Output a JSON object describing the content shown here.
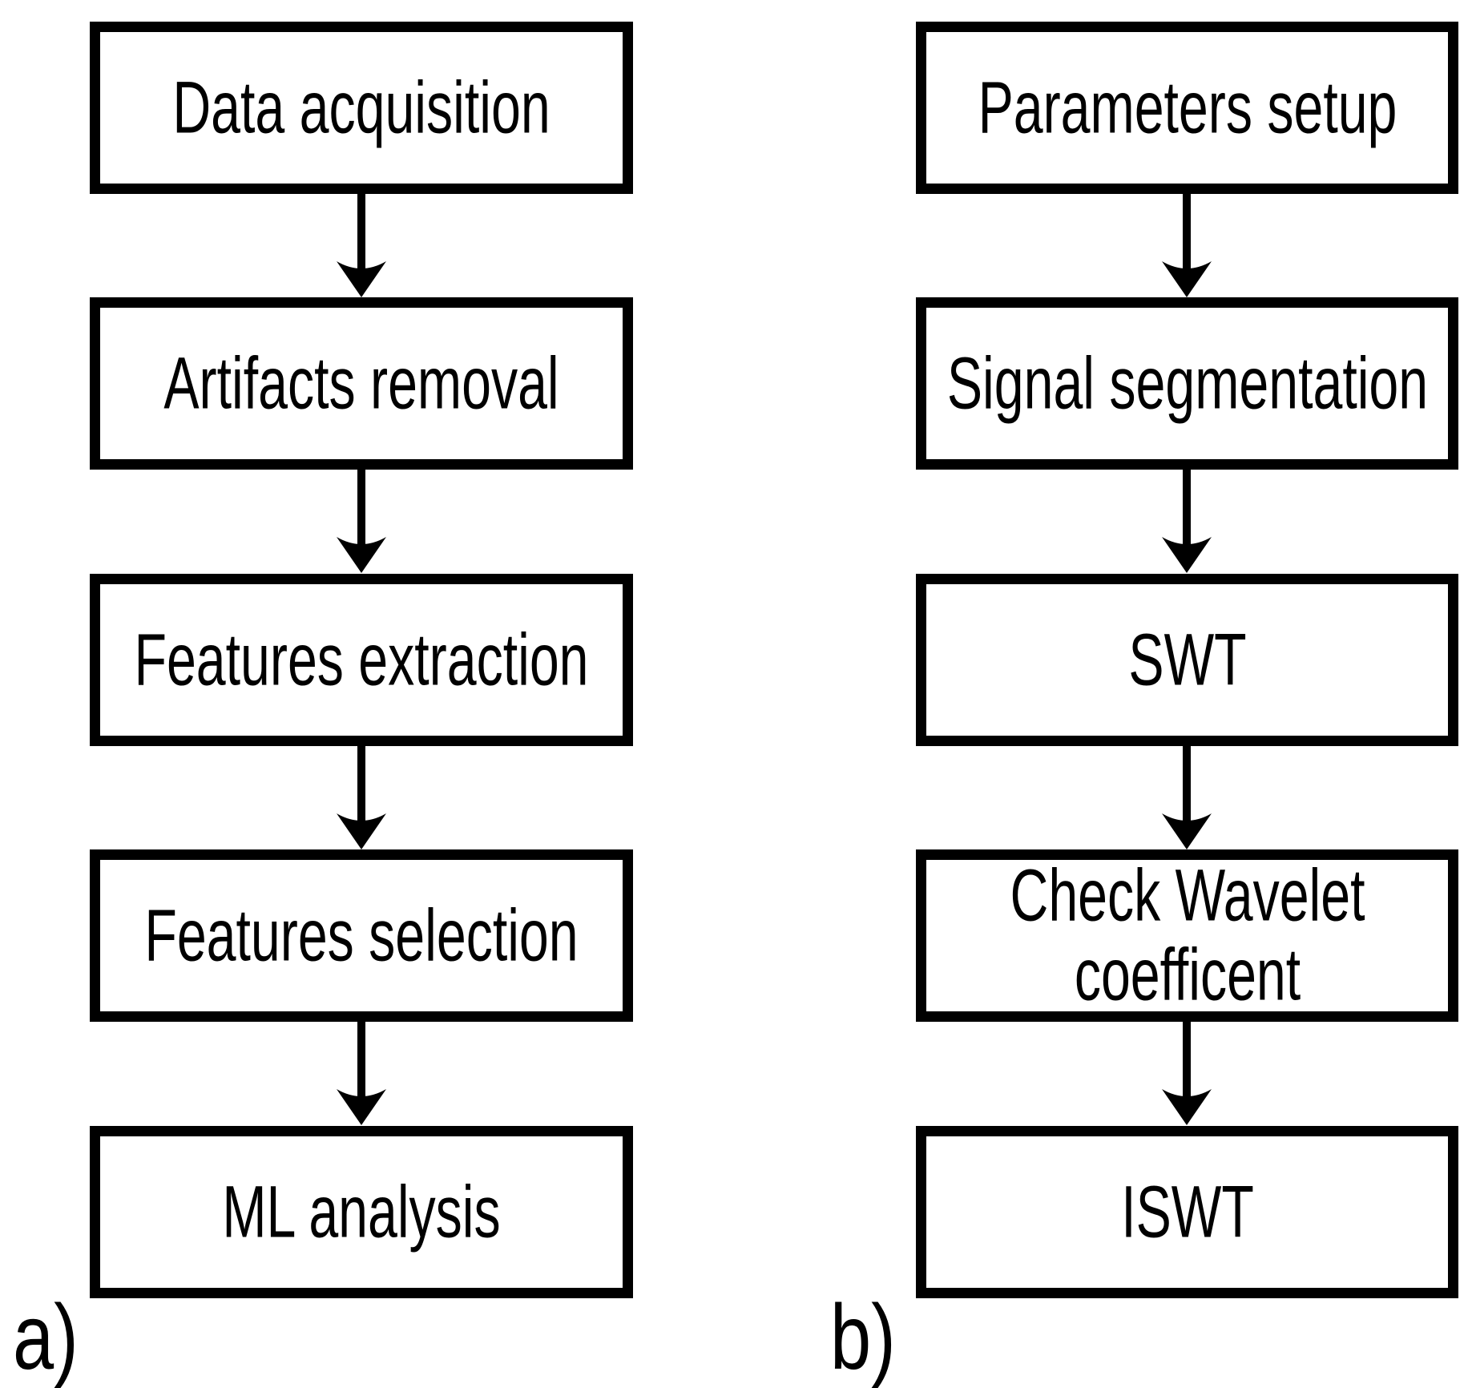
{
  "diagram": {
    "colors": {
      "background": "#ffffff",
      "line": "#000000",
      "text": "#000000"
    },
    "columns": [
      {
        "label": "a)",
        "boxes": [
          {
            "text": "Data acquisition"
          },
          {
            "text": "Artifacts removal"
          },
          {
            "text": "Features extraction"
          },
          {
            "text": "Features selection"
          },
          {
            "text": "ML analysis"
          }
        ]
      },
      {
        "label": "b)",
        "boxes": [
          {
            "text": "Parameters setup"
          },
          {
            "text": "Signal segmentation"
          },
          {
            "text": "SWT"
          },
          {
            "text": "Check Wavelet\ncoefficent"
          },
          {
            "text": "ISWT"
          }
        ]
      }
    ]
  }
}
